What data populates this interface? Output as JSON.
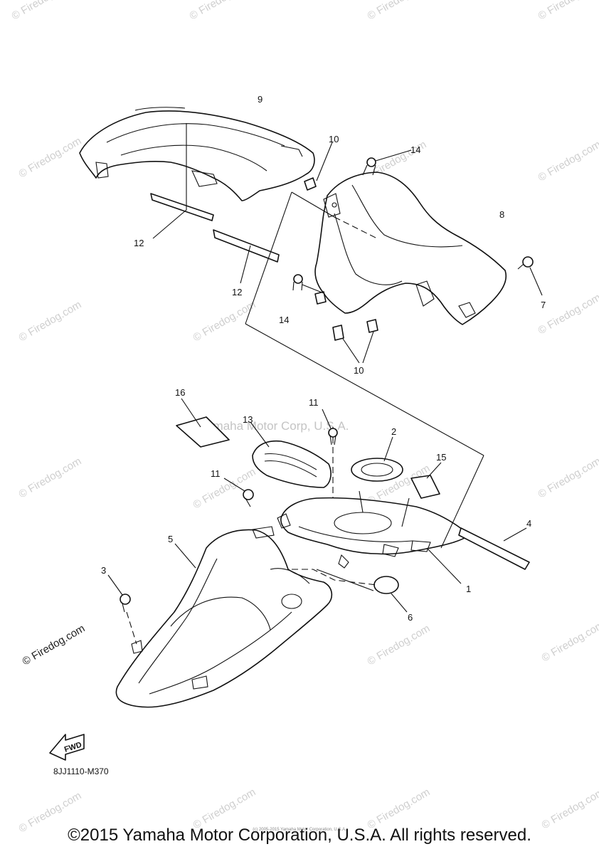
{
  "watermark": "© Firedog.com",
  "center_watermark": "Yamaha Motor Corp, U.S.A.",
  "callouts": {
    "c1": "1",
    "c2": "2",
    "c3": "3",
    "c4": "4",
    "c5": "5",
    "c6": "6",
    "c7": "7",
    "c8": "8",
    "c9": "9",
    "c10a": "10",
    "c10b": "10",
    "c11a": "11",
    "c11b": "11",
    "c12a": "12",
    "c12b": "12",
    "c13": "13",
    "c14a": "14",
    "c14b": "14",
    "c15": "15",
    "c16": "16"
  },
  "fwd_label": "FWD",
  "diagram_code": "8JJ1110-M370",
  "tiny_copyright": "(c) 2005-2015 Yamaha Motor Corporation, U.S.A.",
  "copyright": "©2015 Yamaha Motor Corporation, U.S.A. All rights reserved."
}
